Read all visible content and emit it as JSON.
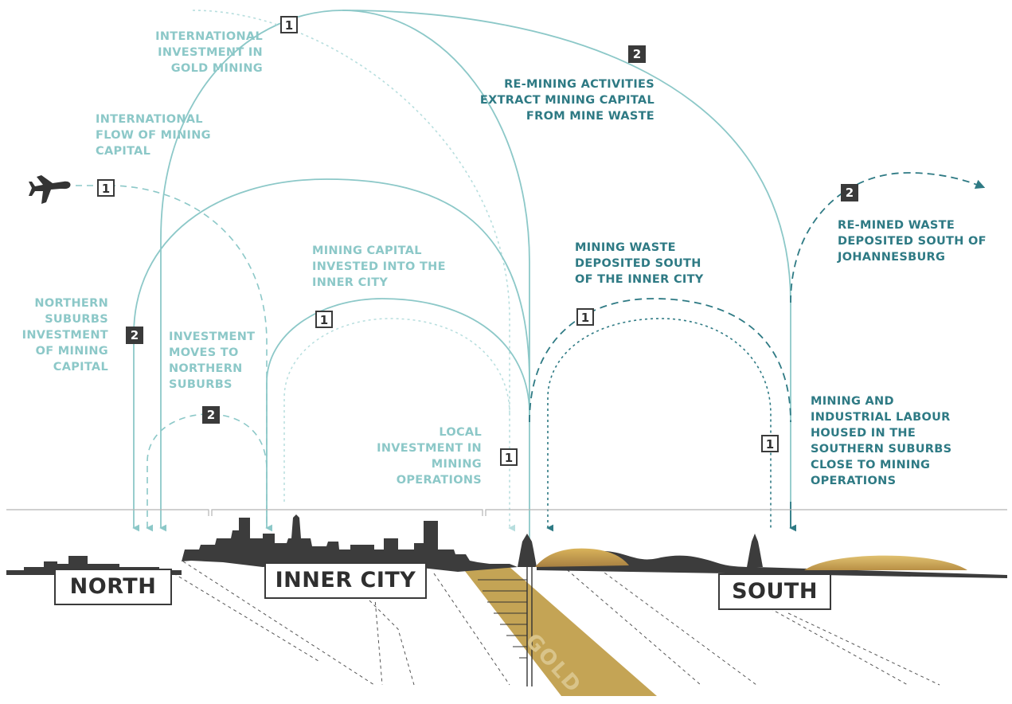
{
  "labels": {
    "intl_investment": "INTERNATIONAL\nINVESTMENT IN\nGOLD MINING",
    "intl_flow": "INTERNATIONAL\nFLOW OF MINING\nCAPITAL",
    "remining": "RE-MINING ACTIVITIES\nEXTRACT MINING CAPITAL\nFROM MINE WASTE",
    "remined_waste": "RE-MINED WASTE\nDEPOSITED SOUTH OF\nJOHANNESBURG",
    "capital_inner_city": "MINING CAPITAL\nINVESTED INTO THE\nINNER CITY",
    "waste_south_inner": "MINING WASTE\nDEPOSITED SOUTH\nOF THE INNER CITY",
    "northern_suburbs": "NORTHERN\nSUBURBS\nINVESTMENT\nOF MINING\nCAPITAL",
    "investment_moves": "INVESTMENT\nMOVES TO\nNORTHERN\nSUBURBS",
    "local_investment": "LOCAL\nINVESTMENT IN\nMINING\nOPERATIONS",
    "labour_housed": "MINING AND\nINDUSTRIAL LABOUR\nHOUSED IN THE\nSOUTHERN SUBURBS\nCLOSE TO MINING\nOPERATIONS",
    "gold": "GOLD"
  },
  "badges": {
    "b1_top": "1",
    "b2_top": "2",
    "b1_plane": "1",
    "b2_east": "2",
    "b2_north": "2",
    "b2_moves": "2",
    "b1_inner": "1",
    "b1_waste": "1",
    "b1_local": "1",
    "b1_south": "1"
  },
  "regions": {
    "north": "NORTH",
    "inner_city": "INNER CITY",
    "south": "SOUTH"
  },
  "icons": {
    "plane": "airplane-icon"
  },
  "colors": {
    "light_teal": "#8cc8c8",
    "dark_teal": "#2e7a84",
    "gold": "#c4a455",
    "ink": "#3a3a3a"
  }
}
